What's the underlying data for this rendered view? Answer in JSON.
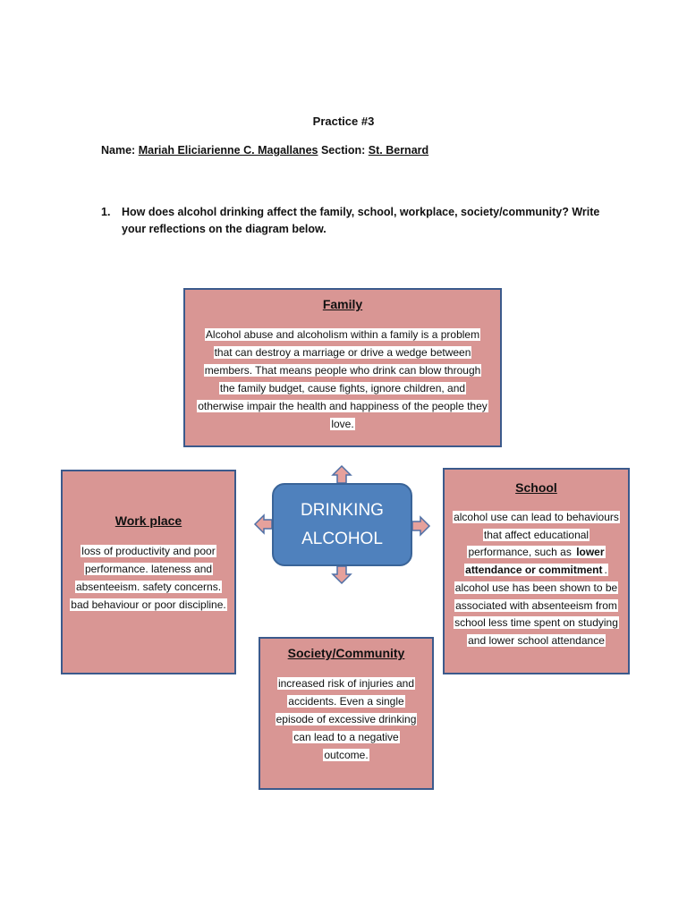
{
  "header": {
    "title": "Practice #3",
    "name_label": "Name:",
    "name_value": "Mariah Eliciarienne C. Magallanes",
    "section_label": "Section:",
    "section_value": "St. Bernard"
  },
  "question": {
    "number": "1.",
    "line1": "How does alcohol drinking affect the family, school, workplace, society/community?  Write",
    "line2": "your reflections on the diagram below."
  },
  "diagram": {
    "center": {
      "line1": "DRINKING",
      "line2": "ALCOHOL"
    },
    "family": {
      "title": "Family",
      "text": "Alcohol abuse and alcoholism within a family is a problem that can destroy a marriage or drive a wedge between members. That means people who drink can blow through the family budget, cause fights, ignore children, and otherwise impair the health and happiness of the people they love."
    },
    "workplace": {
      "title": "Work place",
      "text": "loss of productivity and poor performance. lateness and absenteeism. safety concerns. bad behaviour or poor discipline."
    },
    "school": {
      "title": "School",
      "text_before": "alcohol use can lead to behaviours that affect educational performance, such as ",
      "text_bold": "lower attendance or commitment",
      "text_after": ". alcohol use has been shown to be associated with absenteeism from school less time spent on studying and lower school attendance"
    },
    "society": {
      "title": "Society/Community",
      "text": "increased risk of injuries and accidents. Even a single episode of excessive drinking can lead to a negative outcome."
    }
  },
  "colors": {
    "box_fill": "#d99694",
    "box_border": "#3b5a8c",
    "center_fill": "#4f81bd",
    "arrow_fill": "#e6a19c"
  }
}
